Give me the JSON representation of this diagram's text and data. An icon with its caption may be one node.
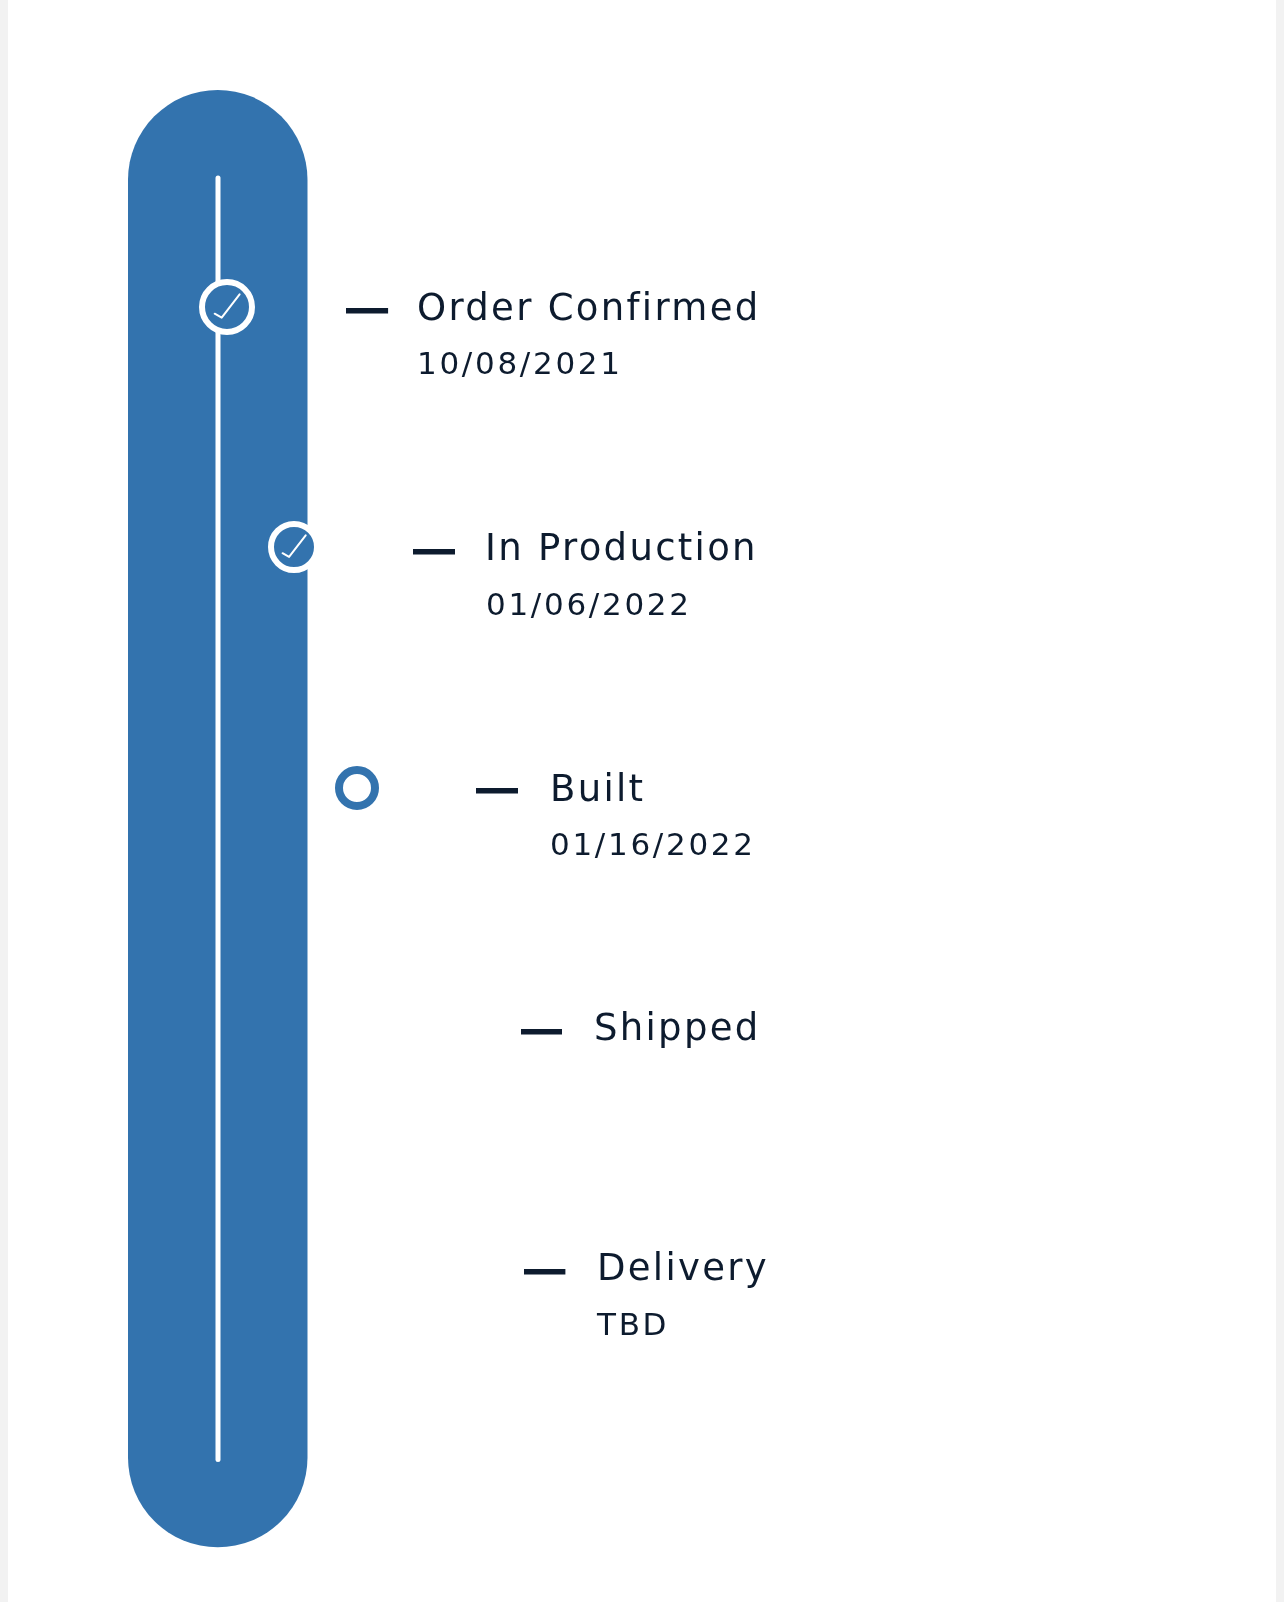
{
  "diagram": {
    "labels": [
      "Order Confirmed",
      "10/08/2021",
      "In Production",
      "01/06/2022",
      "Built",
      "01/16/2022",
      "Shipped",
      "Delivery",
      "TBD"
    ]
  }
}
